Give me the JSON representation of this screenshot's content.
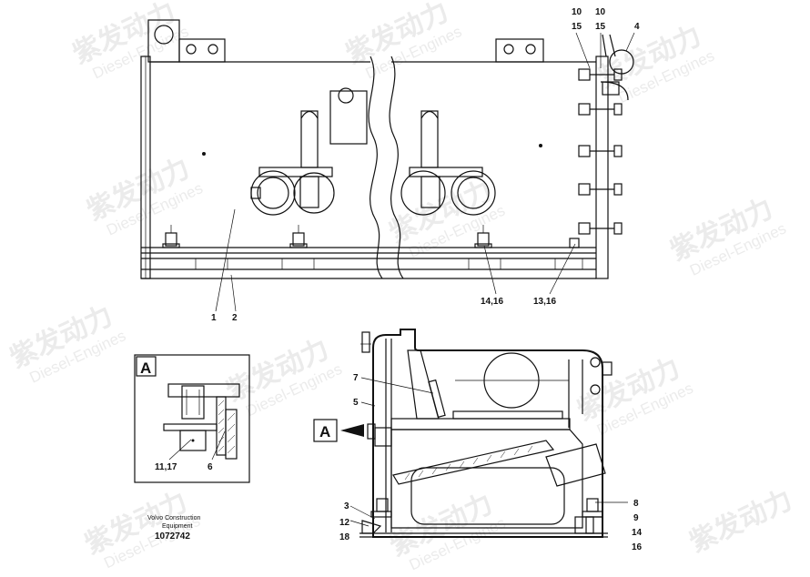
{
  "top_view": {
    "callouts": [
      "10",
      "10",
      "15",
      "15",
      "4",
      "1",
      "2",
      "14,16",
      "13,16"
    ]
  },
  "detail_a": {
    "label": "A",
    "callouts": [
      "11,17",
      "6"
    ]
  },
  "section_view": {
    "view_marker": "A",
    "left_callouts": [
      "7",
      "5",
      "3",
      "12",
      "18"
    ],
    "right_callouts": [
      "8",
      "9",
      "14",
      "16"
    ]
  },
  "footer": {
    "line1": "Volvo Construction",
    "line2": "Equipment",
    "number": "1072742"
  },
  "watermark": {
    "brand": "紫发动力",
    "sub": "Diesel-Engines",
    "color": "#d9d9d9"
  }
}
